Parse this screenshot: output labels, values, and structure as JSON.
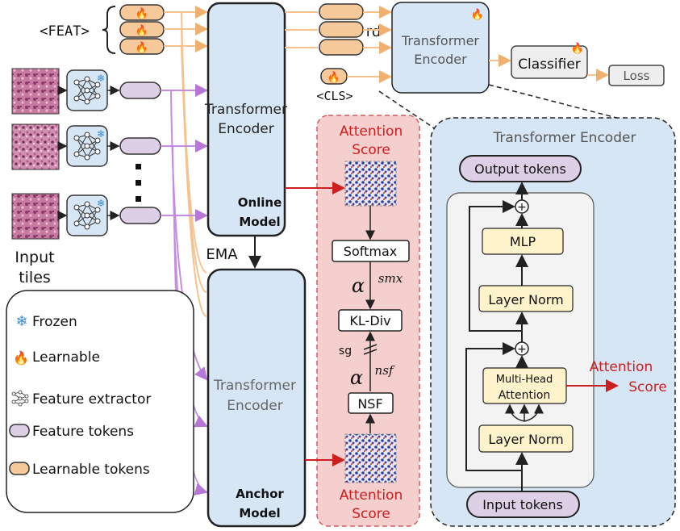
{
  "colors": {
    "learnable_fill": "#f6c99b",
    "learnable_stroke": "#333333",
    "feature_fill": "#ddd0e6",
    "encoder_fill": "#d6e6f4",
    "attention_panel_fill": "#f4cfcd",
    "attention_panel_stroke": "#d45b5b",
    "red_text": "#cc1f1f",
    "orange_arrow": "#f5c18c",
    "purple_arrow": "#c58ce0",
    "dark_arrow": "#222222",
    "yellow_box": "#fff3cc",
    "inner_panel": "#f3f3f3",
    "tile_pink": "#c06a8f"
  },
  "tokens": {
    "feat_label": "<FEAT>",
    "cls_label": "<CLS>",
    "rd_label": "rd"
  },
  "inputs": {
    "label_line1": "Input",
    "label_line2": "tiles"
  },
  "online_encoder": {
    "title_line1": "Transformer",
    "title_line2": "Encoder",
    "model_line1": "Online",
    "model_line2": "Model"
  },
  "anchor_encoder": {
    "title_line1": "Transformer",
    "title_line2": "Encoder",
    "model_line1": "Anchor",
    "model_line2": "Model"
  },
  "ema_label": "EMA",
  "top_encoder": {
    "title_line1": "Transformer",
    "title_line2": "Encoder"
  },
  "classifier_label": "Classifier",
  "loss_label": "Loss",
  "attention_pipeline": {
    "top_label_line1": "Attention",
    "top_label_line2": "Score",
    "softmax": "Softmax",
    "alpha_smx": "smx",
    "kl_div": "KL-Div",
    "sg": "sg",
    "alpha_nsf": "nsf",
    "nsf": "NSF",
    "bottom_label_line1": "Attention",
    "bottom_label_line2": "Score"
  },
  "transformer_detail": {
    "title": "Transformer Encoder",
    "output_tokens": "Output tokens",
    "mlp": "MLP",
    "layer_norm_top": "Layer Norm",
    "mha_line1": "Multi-Head",
    "mha_line2": "Attention",
    "layer_norm_bottom": "Layer Norm",
    "input_tokens": "Input tokens",
    "attention_score_line1": "Attention",
    "attention_score_line2": "Score",
    "plus_symbol": "+"
  },
  "legend": {
    "items": [
      {
        "icon": "snowflake-icon",
        "label": "Frozen"
      },
      {
        "icon": "flame-icon",
        "label": "Learnable"
      },
      {
        "icon": "network-icon",
        "label": "Feature extractor"
      },
      {
        "icon": "feature-token-icon",
        "label": "Feature tokens"
      },
      {
        "icon": "learnable-token-icon",
        "label": "Learnable tokens"
      }
    ]
  },
  "ellipsis": "⋮"
}
